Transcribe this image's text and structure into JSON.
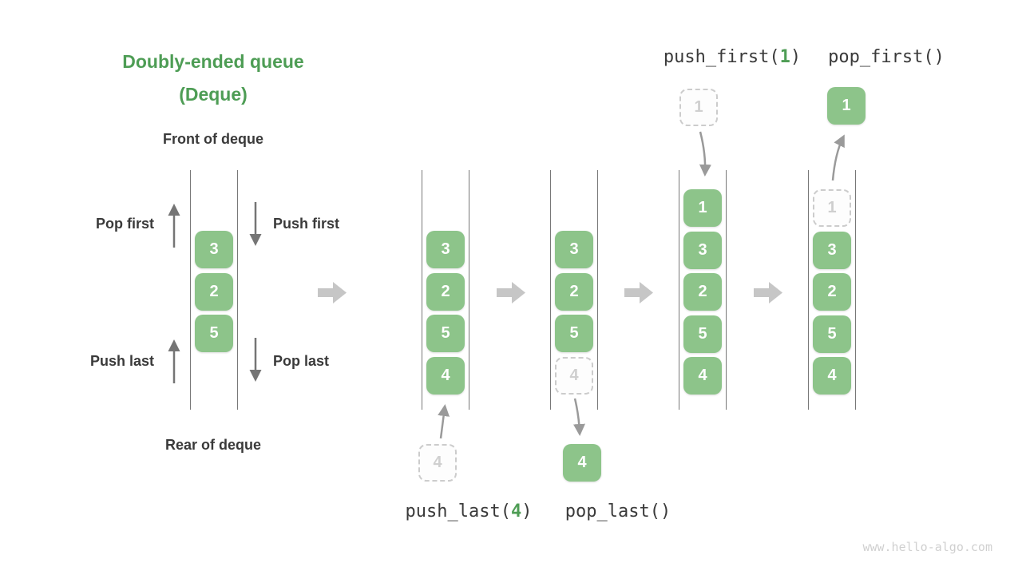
{
  "page": {
    "title_line1": "Doubly-ended queue",
    "title_line2": "(Deque)",
    "front_label": "Front of deque",
    "rear_label": "Rear of deque",
    "watermark": "www.hello-algo.com"
  },
  "side_ops": {
    "pop_first": "Pop first",
    "push_first": "Push first",
    "push_last": "Push last",
    "pop_last": "Pop last"
  },
  "queues": [
    {
      "name": "deque-initial",
      "slots": [
        {
          "value": "3",
          "ghost": false
        },
        {
          "value": "2",
          "ghost": false
        },
        {
          "value": "5",
          "ghost": false
        }
      ]
    },
    {
      "name": "deque-push-last-step",
      "slots": [
        {
          "value": "3",
          "ghost": false
        },
        {
          "value": "2",
          "ghost": false
        },
        {
          "value": "5",
          "ghost": false
        },
        {
          "value": "4",
          "ghost": false
        }
      ],
      "float": {
        "value": "4",
        "ghost": true,
        "position": "below"
      }
    },
    {
      "name": "deque-pop-last-step",
      "slots": [
        {
          "value": "3",
          "ghost": false
        },
        {
          "value": "2",
          "ghost": false
        },
        {
          "value": "5",
          "ghost": false
        },
        {
          "value": "4",
          "ghost": true
        }
      ],
      "float": {
        "value": "4",
        "ghost": false,
        "position": "below"
      }
    },
    {
      "name": "deque-push-first-step",
      "slots": [
        {
          "value": "1",
          "ghost": false
        },
        {
          "value": "3",
          "ghost": false
        },
        {
          "value": "2",
          "ghost": false
        },
        {
          "value": "5",
          "ghost": false
        },
        {
          "value": "4",
          "ghost": false
        }
      ],
      "float": {
        "value": "1",
        "ghost": true,
        "position": "above"
      }
    },
    {
      "name": "deque-pop-first-step",
      "slots": [
        {
          "value": "1",
          "ghost": true
        },
        {
          "value": "3",
          "ghost": false
        },
        {
          "value": "2",
          "ghost": false
        },
        {
          "value": "5",
          "ghost": false
        },
        {
          "value": "4",
          "ghost": false
        }
      ],
      "float": {
        "value": "1",
        "ghost": false,
        "position": "above"
      }
    }
  ],
  "ops": [
    {
      "pre": "push_last(",
      "arg": "4",
      "post": ")"
    },
    {
      "pre": "pop_last(",
      "arg": "",
      "post": ")"
    },
    {
      "pre": "push_first(",
      "arg": "1",
      "post": ")"
    },
    {
      "pre": "pop_first(",
      "arg": "",
      "post": ")"
    }
  ],
  "colors": {
    "box_green": "#8dc48a",
    "accent_green": "#4e9d55",
    "text_dark": "#3a3a3a",
    "arrow_gray": "#757575",
    "connector_gray": "#9a9a9a",
    "big_arrow_gray": "#c6c6c6",
    "ghost_border": "#cccccc",
    "ghost_text": "#cfcfcf",
    "wall_gray": "#787878",
    "watermark_gray": "#d0d0d0"
  }
}
